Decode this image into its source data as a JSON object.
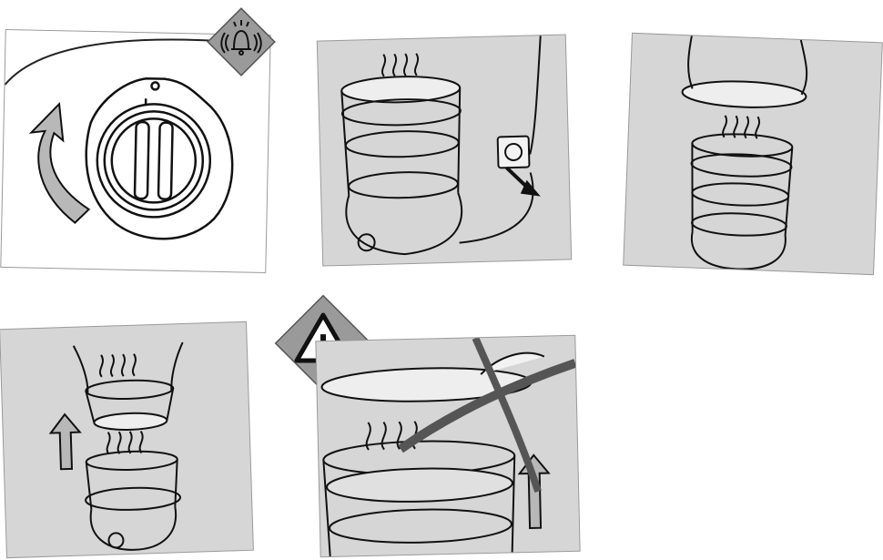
{
  "figure": {
    "panels": [
      {
        "id": "timer-dial",
        "icon": "timer-dial-icon"
      },
      {
        "id": "unplug",
        "icon": "unplug-icon"
      },
      {
        "id": "lift-lid",
        "icon": "lift-lid-icon"
      },
      {
        "id": "lift-basket",
        "icon": "lift-basket-icon"
      },
      {
        "id": "steam-warning",
        "icon": "steam-warning-icon"
      }
    ],
    "badges": {
      "bell": {
        "icon": "bell-icon"
      },
      "warning": {
        "symbol": "!",
        "icon": "warning-icon"
      }
    }
  }
}
